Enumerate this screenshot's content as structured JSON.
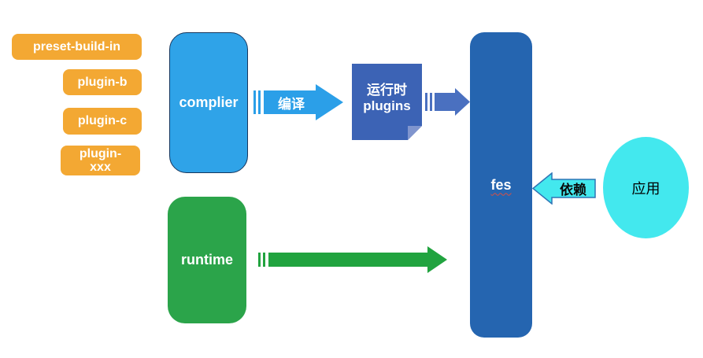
{
  "diagram": {
    "plugin_stack": {
      "preset": "preset-build-in",
      "plugin_b": "plugin-b",
      "plugin_c": "plugin-c",
      "plugin_xxx": "plugin-\nxxx"
    },
    "nodes": {
      "complier": "complier",
      "runtime_plugins": "运行时\nplugins",
      "fes": "fes",
      "runtime": "runtime",
      "app": "应用"
    },
    "arrows": {
      "compile_label": "编译",
      "depends_label": "依赖"
    },
    "colors": {
      "plugin_orange": "#F3A833",
      "complier_blue": "#2FA3E8",
      "complier_border": "#17365D",
      "compile_arrow": "#2B9FE8",
      "note_blue": "#3C63B5",
      "note_fold": "#8095CE",
      "to_fes_arrow": "#4A70C0",
      "fes_blue": "#2565B0",
      "fes_underline": "#D94F43",
      "runtime_green": "#2BA44A",
      "runtime_arrow": "#21A33F",
      "cyan": "#43E8EE",
      "depends_border": "#2E75B6"
    }
  }
}
